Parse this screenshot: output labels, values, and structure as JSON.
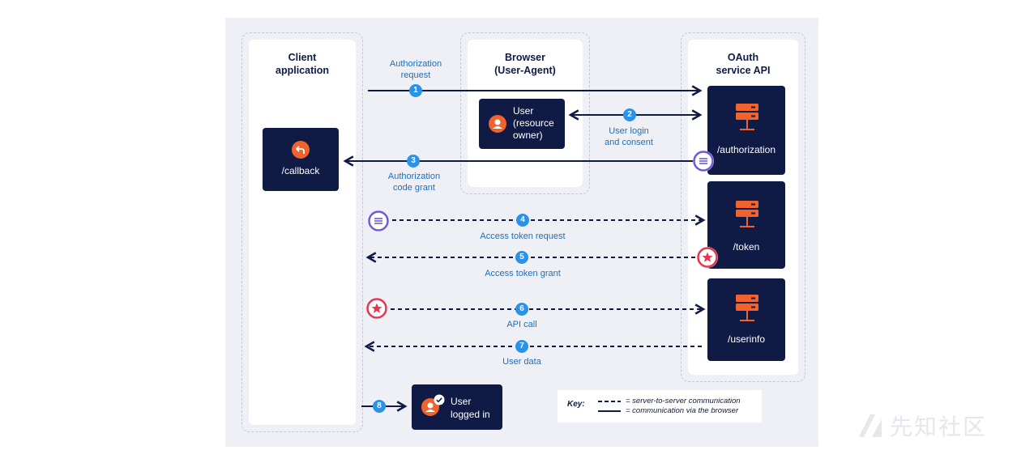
{
  "lanes": {
    "client_title": "Client\napplication",
    "browser_title": "Browser\n(User-Agent)",
    "oauth_title": "OAuth\nservice API"
  },
  "boxes": {
    "callback": "/callback",
    "user_owner": "User\n(resource\nowner)",
    "authorization": "/authorization",
    "token": "/token",
    "userinfo": "/userinfo",
    "logged_in": "User\nlogged in"
  },
  "steps": [
    {
      "num": "1",
      "label": "Authorization\nrequest"
    },
    {
      "num": "2",
      "label": "User login\nand consent"
    },
    {
      "num": "3",
      "label": "Authorization\ncode grant"
    },
    {
      "num": "4",
      "label": "Access token request"
    },
    {
      "num": "5",
      "label": "Access token grant"
    },
    {
      "num": "6",
      "label": "API call"
    },
    {
      "num": "7",
      "label": "User data"
    },
    {
      "num": "8",
      "label": ""
    }
  ],
  "key": {
    "title": "Key:",
    "dashed": "= server-to-server communication",
    "solid": "= communication via the browser"
  },
  "colors": {
    "navy": "#0f1b45",
    "orange": "#f0622e",
    "blue": "#2a93e6",
    "code_purple": "#6f5bd9",
    "token_red": "#e8344e"
  },
  "watermark": "先知社区"
}
